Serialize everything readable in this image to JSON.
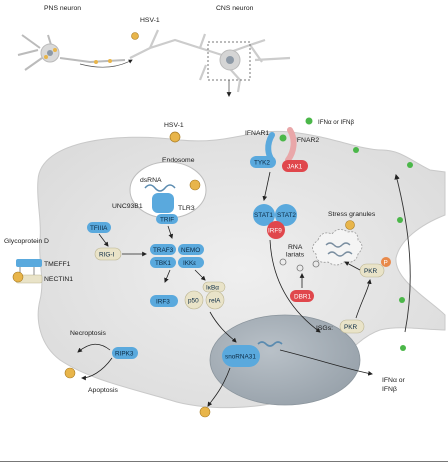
{
  "labels": {
    "pns_neuron": "PNS neuron",
    "hsv1_top": "HSV-1",
    "cns_neuron": "CNS neuron",
    "hsv1_mid": "HSV-1",
    "ifnar1": "IFNAR1",
    "ifnar2": "IFNAR2",
    "ifn_ab_top": "IFNα or IFNβ",
    "endosome": "Endosome",
    "dsrna": "dsRNA",
    "unc93b1": "UNC93B1",
    "tlr3": "TLR3",
    "trif": "TRIF",
    "tfiiia": "TFIIIA",
    "rigi": "RIG-I",
    "traf3": "TRAF3",
    "nemo": "NEMO",
    "tbk1": "TBK1",
    "ikke": "IKKε",
    "ikba": "IκBα",
    "irf3": "IRF3",
    "p50": "p50",
    "rela": "relA",
    "tyk2": "TYK2",
    "jak1": "JAK1",
    "stat1": "STAT1",
    "stat2": "STAT2",
    "irf9": "IRF9",
    "rna_lariats": "RNA lariats",
    "stress_granules": "Stress granules",
    "dbr1": "DBR1",
    "pkr_top": "PKR",
    "p_badge": "P",
    "isgs": "ISGs:",
    "pkr_bottom": "PKR",
    "glycoprotein_d": "Glycoprotein D",
    "tmeff1": "TMEFF1",
    "nectin1": "NECTIN1",
    "necroptosis": "Necroptosis",
    "ripk3": "RIPK3",
    "apoptosis": "Apoptosis",
    "snorna31": "snoRNA31",
    "ifn_or": "IFNα or",
    "ifnb": "IFNβ"
  },
  "colors": {
    "blue_protein": "#5aa9dd",
    "red_protein": "#e0474c",
    "beige_protein": "#e9e3c8",
    "cell_fill": "#e6e6e6",
    "nucleus_fill": "#a9b2ba",
    "virus": "#e8b54a",
    "ifn_green": "#4bb749"
  }
}
